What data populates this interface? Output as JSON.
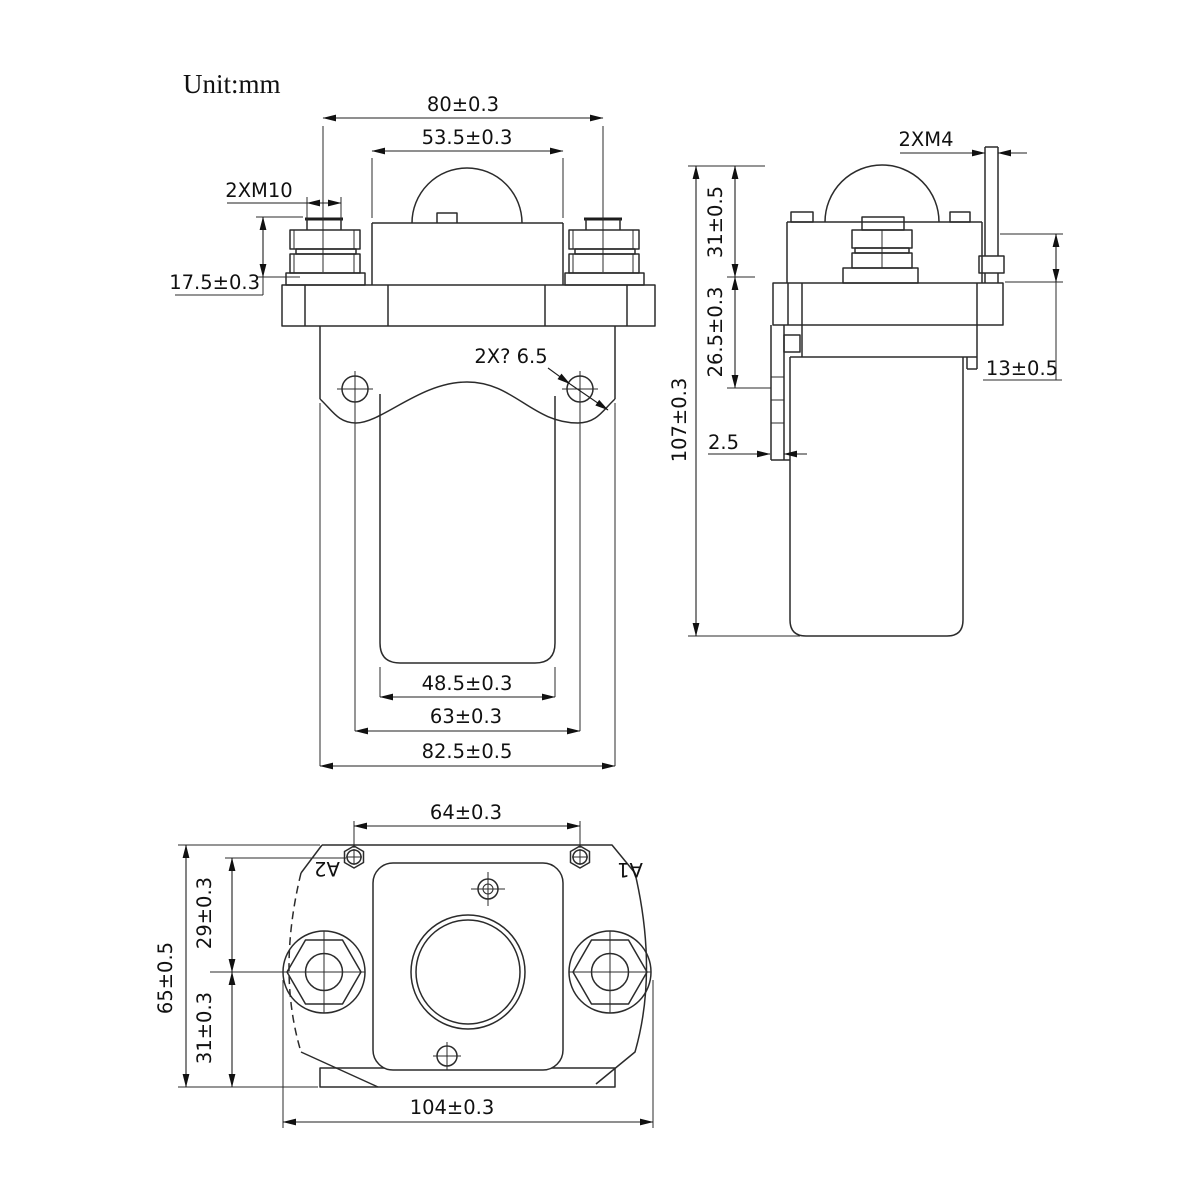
{
  "drawing": {
    "unit_label": "Unit:mm",
    "front_view": {
      "dim_terminal_pitch": "80±0.3",
      "dim_cover_width": "53.5±0.3",
      "dim_main_terminals": "2XM10",
      "dim_terminal_height": "17.5±0.3",
      "dim_mounting_holes": "2X? 6.5",
      "dim_body_width": "48.5±0.3",
      "dim_hole_pitch": "63±0.3",
      "dim_bracket_width": "82.5±0.5"
    },
    "side_view": {
      "dim_aux_terminals": "2XM4",
      "dim_cover_height": "31±0.5",
      "dim_flange_to_hole": "26.5±0.3",
      "dim_overall_height": "107±0.3",
      "dim_bracket_thickness": "2.5",
      "dim_aux_terminal_height": "13±0.5"
    },
    "bottom_view": {
      "dim_aux_pitch": "64±0.3",
      "dim_center_offset_top": "29±0.3",
      "dim_center_offset_bottom": "31±0.3",
      "dim_overall_depth": "65±0.5",
      "dim_overall_width": "104±0.3",
      "label_terminal_a1": "A1",
      "label_terminal_a2": "A2"
    }
  }
}
